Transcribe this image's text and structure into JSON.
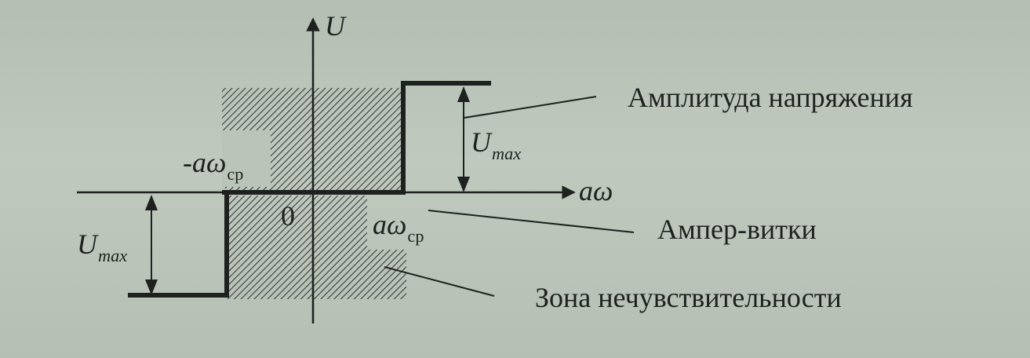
{
  "axes": {
    "y_label": "U",
    "x_label": "aω",
    "origin_label": "0"
  },
  "annotations": {
    "neg_threshold": {
      "prefix": "-aω",
      "sub": "ср"
    },
    "pos_threshold": {
      "main": "aω",
      "sub": "ср"
    },
    "umax_upper": {
      "main": "U",
      "sub": "max"
    },
    "umax_lower": {
      "main": "U",
      "sub": "max"
    }
  },
  "callouts": {
    "voltage_amplitude": "Амплитуда напряжения",
    "ampere_turns": "Ампер-витки",
    "dead_zone": "Зона нечувствительности"
  },
  "colors": {
    "ink": "#1e211f",
    "background": "#bac4b9"
  }
}
